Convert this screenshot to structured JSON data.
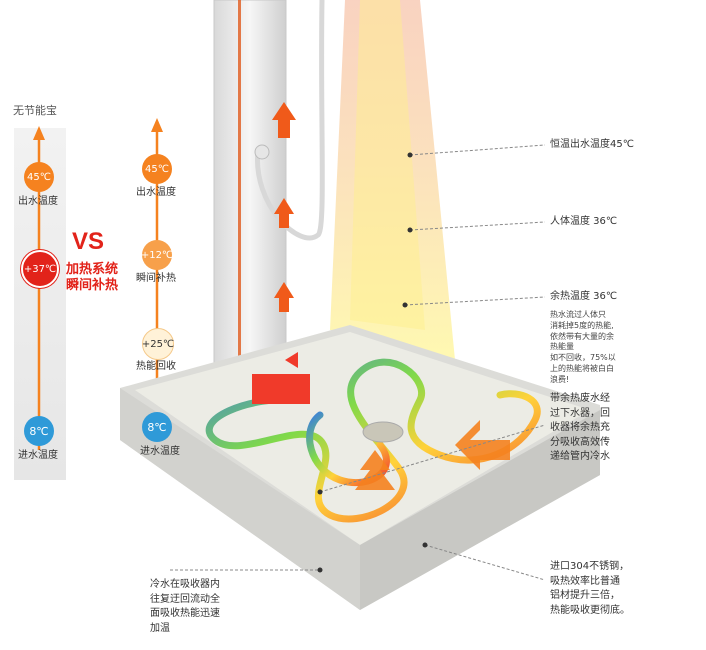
{
  "left_column": {
    "title": "无节能宝",
    "top_temp": "45℃",
    "top_caption": "出水温度",
    "mid_temp": "+37℃",
    "bottom_temp": "8℃",
    "bottom_caption": "进水温度"
  },
  "vs": {
    "label": "VS",
    "sub_line1": "加热系统",
    "sub_line2": "瞬间补热"
  },
  "mid_column": {
    "top_temp": "45℃",
    "top_caption": "出水温度",
    "heat_temp": "+12℃",
    "heat_caption": "瞬间补热",
    "recover_temp": "+25℃",
    "recover_caption": "热能回收",
    "bottom_temp": "8℃",
    "bottom_caption": "进水温度"
  },
  "callouts": {
    "constant_temp": "恒温出水温度45℃",
    "body_temp": "人体温度 36℃",
    "waste_temp": "余热温度 36℃",
    "waste_note": [
      "热水流过人体只",
      "消耗掉5度的热能,",
      "依然带有大量的余",
      "热能量",
      "如不回收，75%以",
      "上的热能将被白白",
      "浪费!"
    ],
    "waste_heat": [
      "带余热废水经",
      "过下水器，回",
      "收器将余热充",
      "分吸收高效传",
      "递给管内冷水"
    ],
    "stainless": [
      "进口304不锈钢，",
      "吸热效率比普通",
      "铝材提升三倍，",
      "热能吸收更彻底。"
    ],
    "cold_water": [
      "冷水在吸收器内",
      "往复迂回流动全",
      "面吸收热能迅速",
      "加温"
    ]
  },
  "colors": {
    "orange": "#f5821f",
    "red": "#e2231a",
    "blue": "#2f9ad8",
    "tray": "#e9e9e6"
  }
}
